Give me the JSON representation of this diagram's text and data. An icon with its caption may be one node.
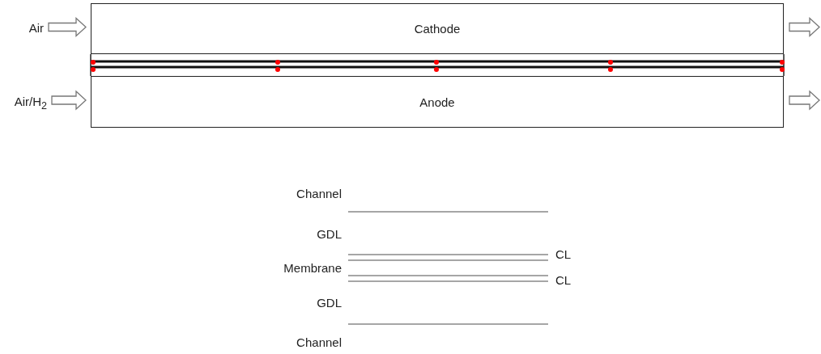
{
  "diagram": {
    "nodes": [
      {
        "text": [
          "Air"
        ]
      },
      {
        "text": [
          "Cathode"
        ]
      },
      {
        "text": [
          "Air/H$_{2}$"
        ]
      },
      {
        "text": [
          "Anode"
        ]
      }
    ],
    "edges": [
      {
        "from": 0,
        "to": 1,
        "arrow": "to"
      },
      {
        "from": 1,
        "to": null,
        "arrow": "to"
      },
      {
        "from": 2,
        "to": 3,
        "arrow": "to"
      },
      {
        "from": 3,
        "to": null,
        "arrow": "to"
      }
    ],
    "labels": [
      "Channel",
      "GDL",
      "CL",
      "Membrane",
      "CL",
      "GDL",
      "Channel"
    ]
  }
}
